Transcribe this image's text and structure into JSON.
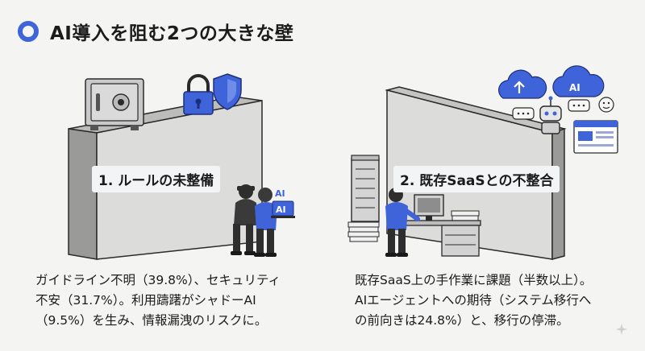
{
  "title": "AI導入を阻む2つの大きな壁",
  "panels": [
    {
      "label": "1. ルールの未整備",
      "badge1": "AI",
      "badge2": "AI",
      "lines": [
        "ガイドライン不明（39.8%）、セキュリティ",
        "不安（31.7%）。利用躊躇がシャドーAI",
        "（9.5%）を生み、情報漏洩のリスクに。"
      ]
    },
    {
      "label": "2. 既存SaaSとの不整合",
      "cloud_badge": "AI",
      "lines": [
        "既存SaaS上の手作業に課題（半数以上）。",
        "AIエージェントへの期待（システム移行へ",
        "の前向きは24.8%）と、移行の停滞。"
      ]
    }
  ],
  "colors": {
    "accent": "#3f63d8",
    "wall": "#d6d6d4",
    "wall_side": "#8f8f8d"
  }
}
